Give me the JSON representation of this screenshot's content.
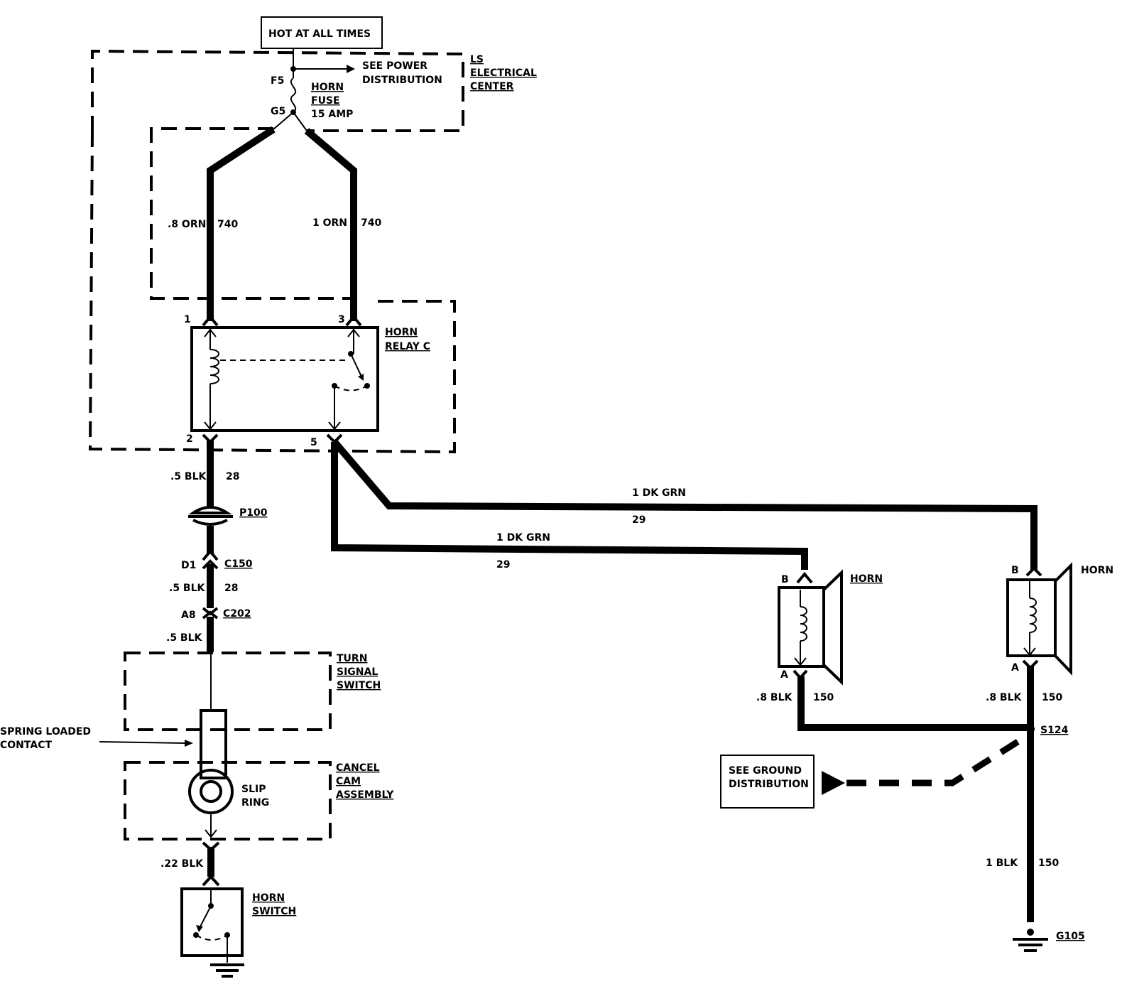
{
  "labels": {
    "hot_at_all_times": "HOT AT ALL TIMES",
    "see_power": [
      "SEE POWER",
      "DISTRIBUTION"
    ],
    "ls_center": [
      "LS",
      "ELECTRICAL",
      "CENTER"
    ],
    "f5": "F5",
    "g5": "G5",
    "horn_fuse": [
      "HORN",
      "FUSE",
      "15 AMP"
    ],
    "wire_left_gauge": ".8 ORN",
    "wire_left_num": "740",
    "wire_right_gauge": "1 ORN",
    "wire_right_num": "740",
    "pin1": "1",
    "pin3": "3",
    "pin2": "2",
    "pin5": "5",
    "horn_relay": [
      "HORN",
      "RELAY C"
    ],
    "wire28_gauge": ".5 BLK",
    "wire28_num": "28",
    "p100": "P100",
    "d1": "D1",
    "c150": "C150",
    "wire28b_gauge": ".5 BLK",
    "wire28b_num": "28",
    "a8": "A8",
    "c202": "C202",
    "wire_c202_gauge": ".5 BLK",
    "turn_signal": [
      "TURN",
      "SIGNAL",
      "SWITCH"
    ],
    "spring_loaded": [
      "SPRING LOADED",
      "CONTACT"
    ],
    "cancel_cam": [
      "CANCEL",
      "CAM",
      "ASSEMBLY"
    ],
    "slip_ring": [
      "SLIP",
      "RING"
    ],
    "wire22_gauge": ".22 BLK",
    "horn_switch": [
      "HORN",
      "SWITCH"
    ],
    "dkgrn_upper": "1 DK GRN",
    "dkgrn_upper_num": "29",
    "dkgrn_lower": "1 DK GRN",
    "dkgrn_lower_num": "29",
    "horn1_b": "B",
    "horn1_a": "A",
    "horn1_label": "HORN",
    "horn2_b": "B",
    "horn2_a": "A",
    "horn2_label": "HORN",
    "horn1_gauge": ".8 BLK",
    "horn1_num": "150",
    "horn2_gauge": ".8 BLK",
    "horn2_num": "150",
    "s124": "S124",
    "see_ground": [
      "SEE GROUND",
      "DISTRIBUTION"
    ],
    "ground_gauge": "1 BLK",
    "ground_num": "150",
    "g105": "G105"
  }
}
